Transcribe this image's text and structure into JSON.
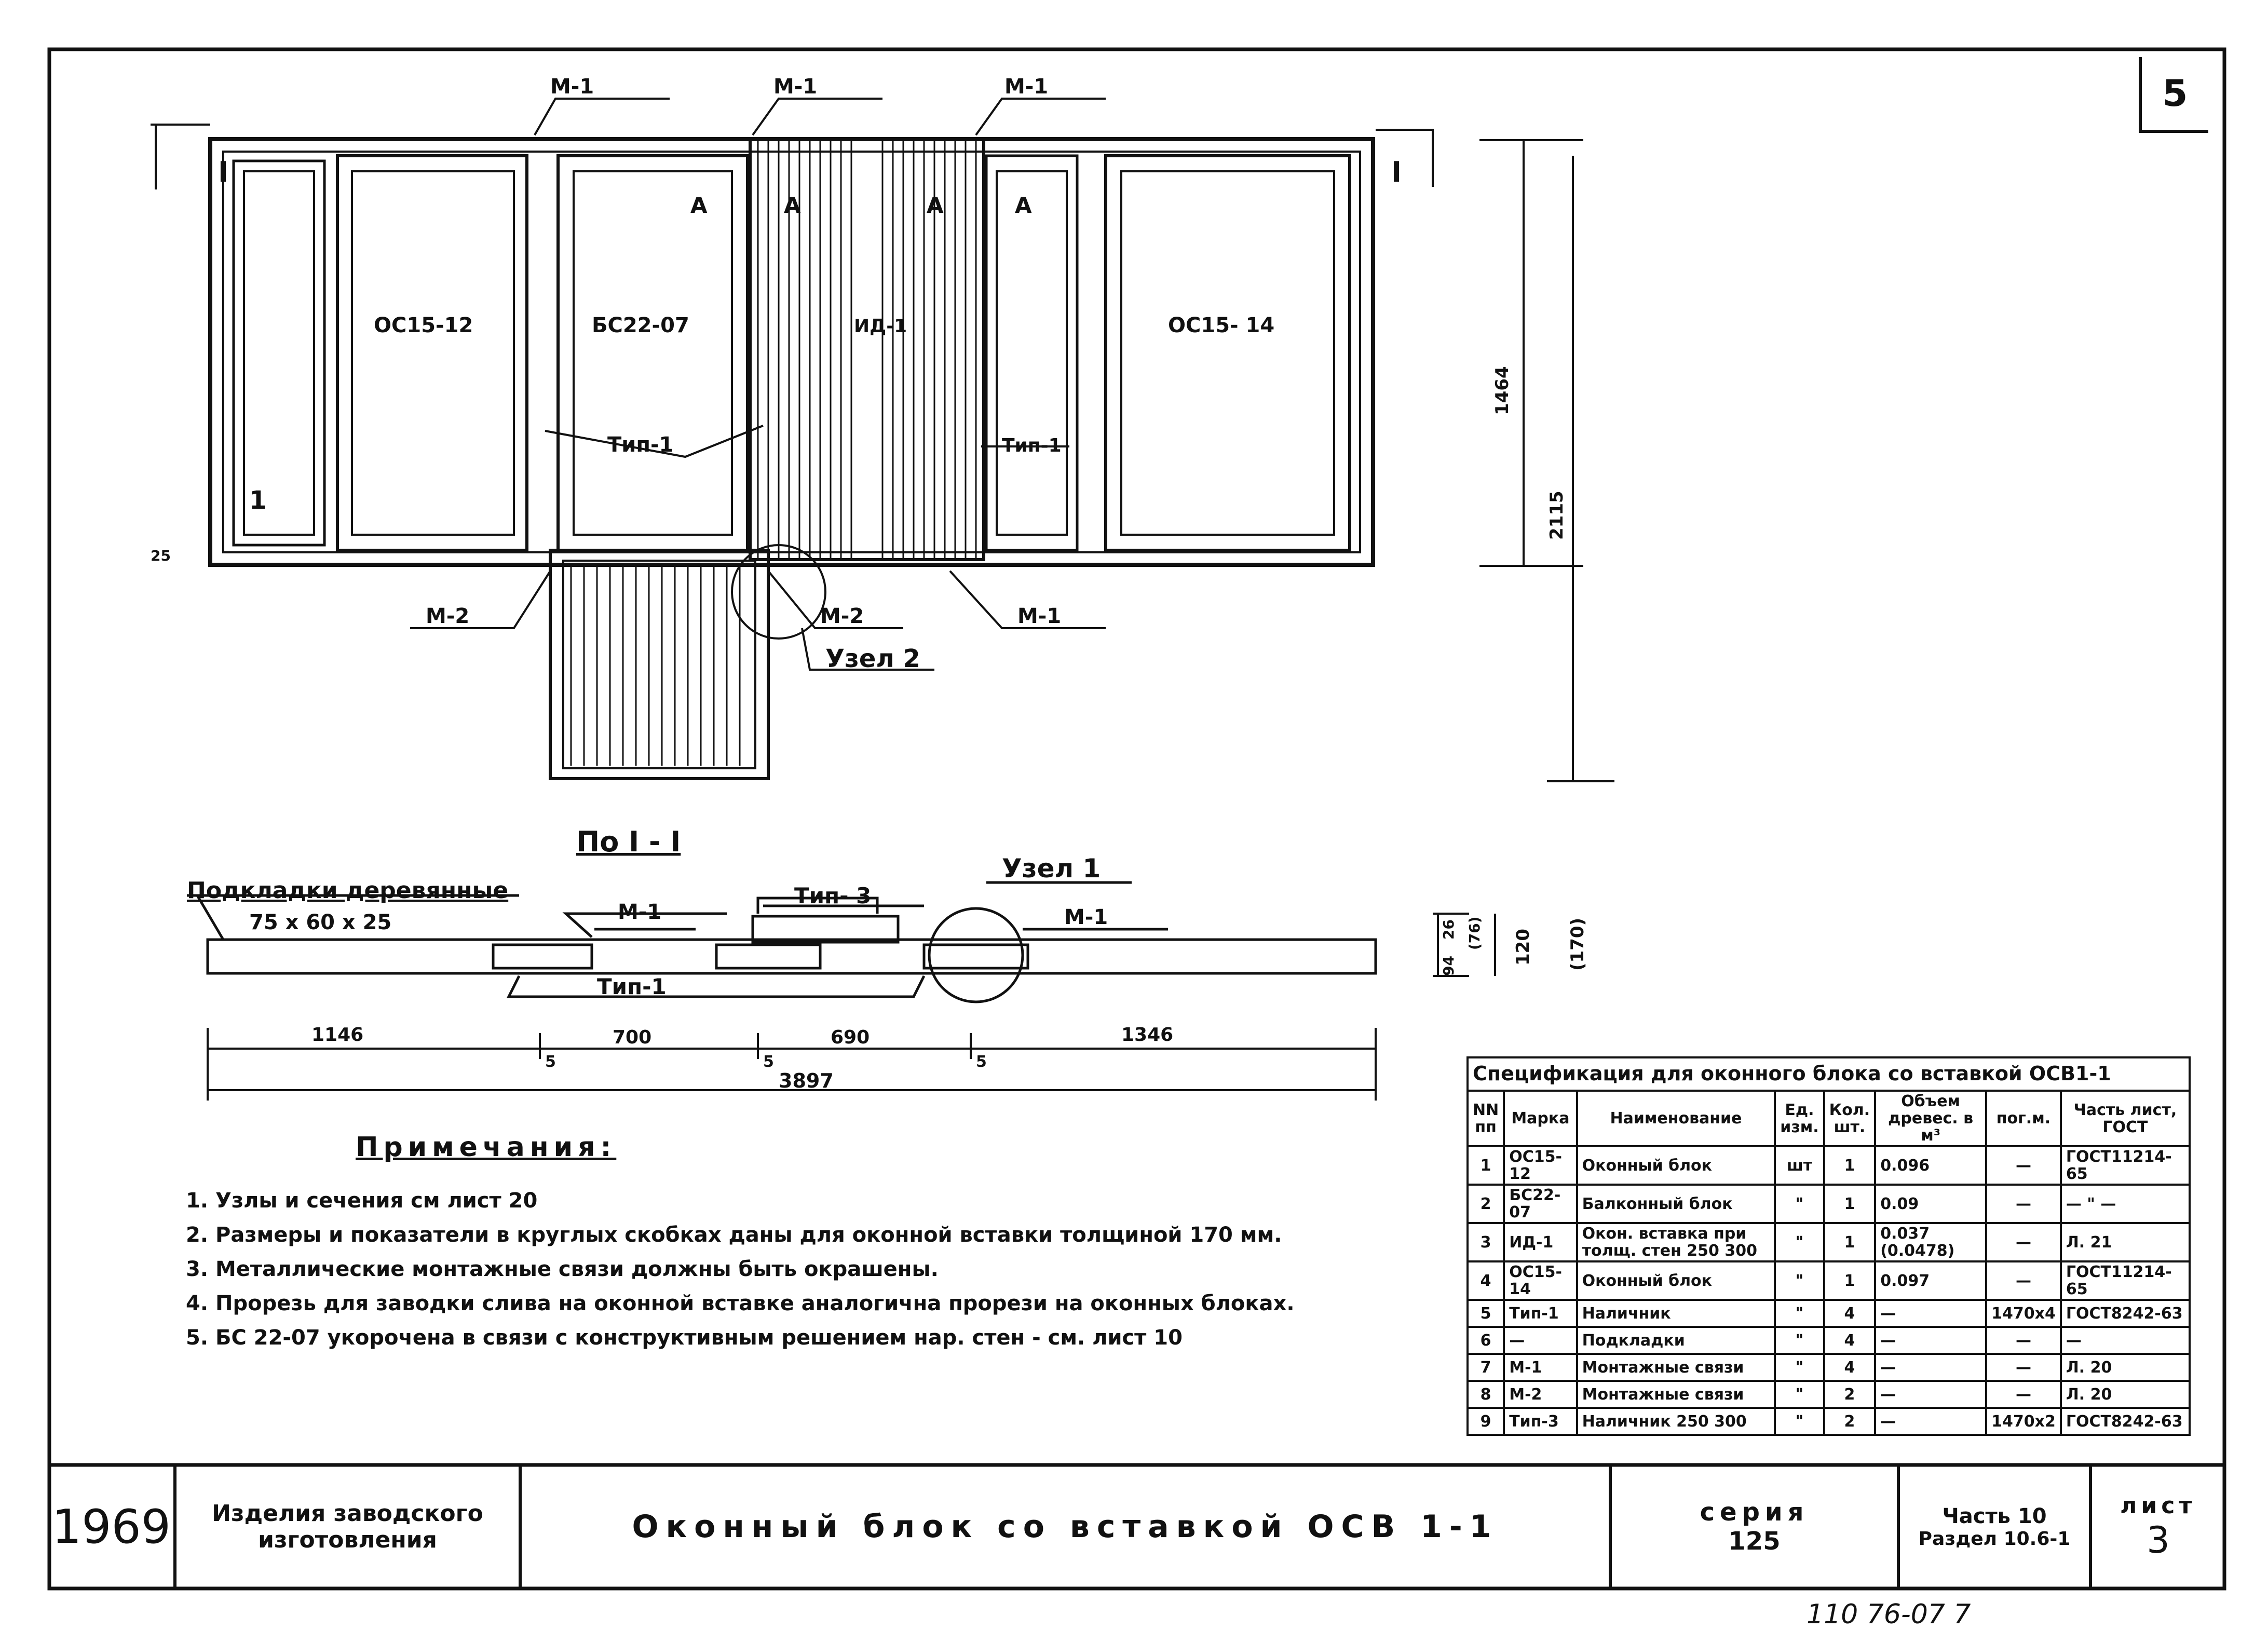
{
  "sheet_corner_no": "5",
  "drawing": {
    "section_mark": "I",
    "section_mark_right": "I",
    "marks": {
      "m1": "М-1",
      "m2": "М-2",
      "a": "А",
      "tip1": "Тип-1",
      "tip3": "Тип- 3",
      "uzel1": "Узел 1",
      "uzel2": "Узел 2",
      "one": "1"
    },
    "blocks": {
      "oc1512": "ОС15-12",
      "bc2207": "БС22-07",
      "id1": "ИД-1",
      "oc1514": "ОС15- 14"
    },
    "dim_25": "25",
    "dim_1464": "1464",
    "dim_2115": "2115",
    "section_title": "По I - I",
    "pads_label": "Подкладки деревянные",
    "pads_size": "75 х 60 х 25",
    "dims_bottom": {
      "d1146": "1146",
      "d700": "700",
      "d690": "690",
      "d1346": "1346",
      "d5a": "5",
      "d5b": "5",
      "d5c": "5",
      "total": "3897"
    },
    "dims_right": {
      "d94": "94",
      "d26": "26",
      "d76": "(76)",
      "d120": "120",
      "d170": "(170)"
    }
  },
  "spec": {
    "caption": "Спецификация для оконного блока со вставкой ОСВ1-1",
    "headers": [
      "NN пп",
      "Марка",
      "Наименование",
      "Ед. изм.",
      "Кол. шт.",
      "Объем древес. в м³",
      "пог.м.",
      "Часть лист, ГОСТ"
    ],
    "rows": [
      [
        "1",
        "ОС15-12",
        "Оконный блок",
        "шт",
        "1",
        "0.096",
        "—",
        "ГОСТ11214-65"
      ],
      [
        "2",
        "БС22-07",
        "Балконный блок",
        "\"",
        "1",
        "0.09",
        "—",
        "— \" —"
      ],
      [
        "3",
        "ИД-1",
        "Окон. вставка при толщ. стен 250 300",
        "\"",
        "1",
        "0.037 (0.0478)",
        "—",
        "Л. 21"
      ],
      [
        "4",
        "ОС15-14",
        "Оконный блок",
        "\"",
        "1",
        "0.097",
        "—",
        "ГОСТ11214-65"
      ],
      [
        "5",
        "Тип-1",
        "Наличник",
        "\"",
        "4",
        "—",
        "1470х4",
        "ГОСТ8242-63"
      ],
      [
        "6",
        "—",
        "Подкладки",
        "\"",
        "4",
        "—",
        "—",
        "—"
      ],
      [
        "7",
        "М-1",
        "Монтажные связи",
        "\"",
        "4",
        "—",
        "—",
        "Л. 20"
      ],
      [
        "8",
        "М-2",
        "Монтажные связи",
        "\"",
        "2",
        "—",
        "—",
        "Л. 20"
      ],
      [
        "9",
        "Тип-3",
        "Наличник 250 300",
        "\"",
        "2",
        "—",
        "1470х2",
        "ГОСТ8242-63"
      ]
    ]
  },
  "notes": {
    "title": "Примечания:",
    "items": [
      "Узлы и сечения см лист 20",
      "Размеры и показатели в круглых скобках даны для оконной вставки толщиной 170 мм.",
      "Металлические монтажные связи должны быть окрашены.",
      "Прорезь для заводки слива на оконной вставке аналогична прорези на оконных блоках.",
      "БС 22-07 укорочена в связи с конструктивным решением нар. стен - см. лист 10"
    ]
  },
  "title_block": {
    "year": "1969",
    "group": "Изделия заводского изготовления",
    "title": "Оконный блок со вставкой ОСВ 1-1",
    "series_label": "серия",
    "series": "125",
    "part": "Часть 10",
    "section": "Раздел 10.6-1",
    "sheet_label": "лист",
    "sheet": "3"
  },
  "footer_code": "110 76-07  7"
}
